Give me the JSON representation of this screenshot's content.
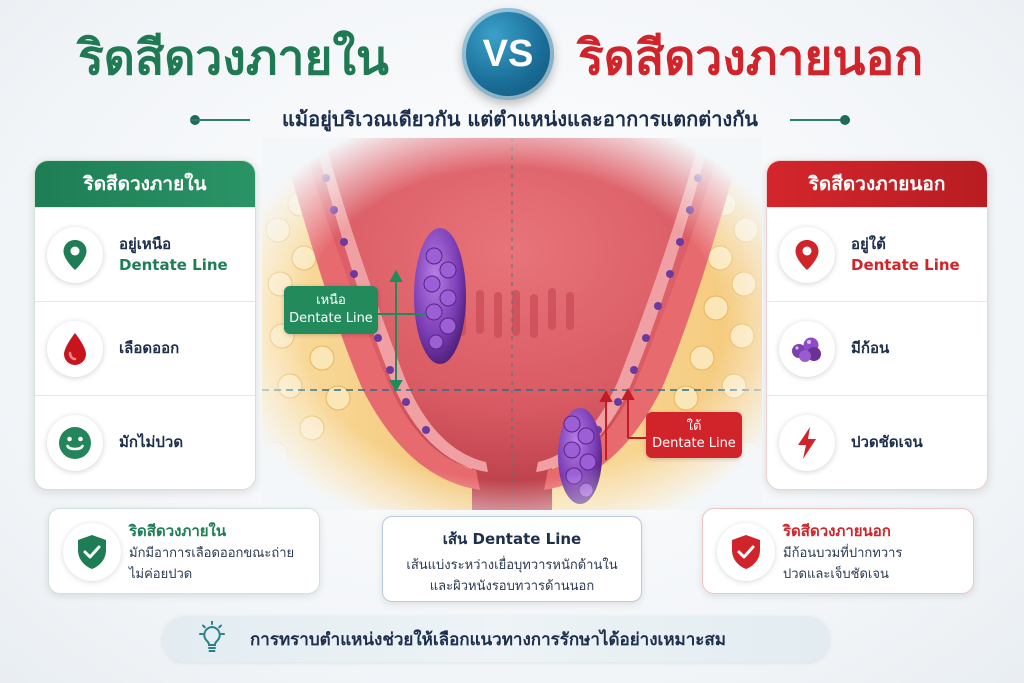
{
  "header": {
    "title_left": "ริดสีดวงภายใน",
    "vs": "VS",
    "title_right": "ริดสีดวงภายนอก",
    "subtitle": "แม้อยู่บริเวณเดียวกัน แต่ตำแหน่งและอาการแตกต่างกัน"
  },
  "left_card": {
    "heading": "ริดสีดวงภายใน",
    "rows": [
      {
        "icon": "location-pin-icon",
        "line1": "อยู่เหนือ",
        "line2": "Dentate Line"
      },
      {
        "icon": "blood-drop-icon",
        "line1": "เลือดออก",
        "line2": ""
      },
      {
        "icon": "smile-icon",
        "line1": "มักไม่ปวด",
        "line2": ""
      }
    ]
  },
  "right_card": {
    "heading": "ริดสีดวงภายนอก",
    "rows": [
      {
        "icon": "location-pin-icon",
        "line1": "อยู่ใต้",
        "line2": "Dentate Line"
      },
      {
        "icon": "lump-cluster-icon",
        "line1": "มีก้อน",
        "line2": ""
      },
      {
        "icon": "lightning-pain-icon",
        "line1": "ปวดชัดเจน",
        "line2": ""
      }
    ]
  },
  "illustration": {
    "label_above_line1": "เหนือ",
    "label_above_line2": "Dentate Line",
    "label_below_line1": "ใต้",
    "label_below_line2": "Dentate Line"
  },
  "summary_left": {
    "title": "ริดสีดวงภายใน",
    "line1": "มักมีอาการเลือดออกขณะถ่าย",
    "line2": "ไม่ค่อยปวด"
  },
  "summary_center": {
    "title": "เส้น Dentate Line",
    "line1": "เส้นแบ่งระหว่างเยื่อบุทวารหนักด้านใน",
    "line2": "และผิวหนังรอบทวารด้านนอก"
  },
  "summary_right": {
    "title": "ริดสีดวงภายนอก",
    "line1": "มีก้อนบวมที่ปากทวาร",
    "line2": "ปวดและเจ็บชัดเจน"
  },
  "tip": {
    "icon": "lightbulb-icon",
    "text": "การทราบตำแหน่งช่วยให้เลือกแนวทางการรักษาได้อย่างเหมาะสม"
  },
  "colors": {
    "internal_green": "#1e7d55",
    "external_red": "#d1232a",
    "vs_blue": "#1a6e98",
    "navy_text": "#1d2f4c"
  }
}
